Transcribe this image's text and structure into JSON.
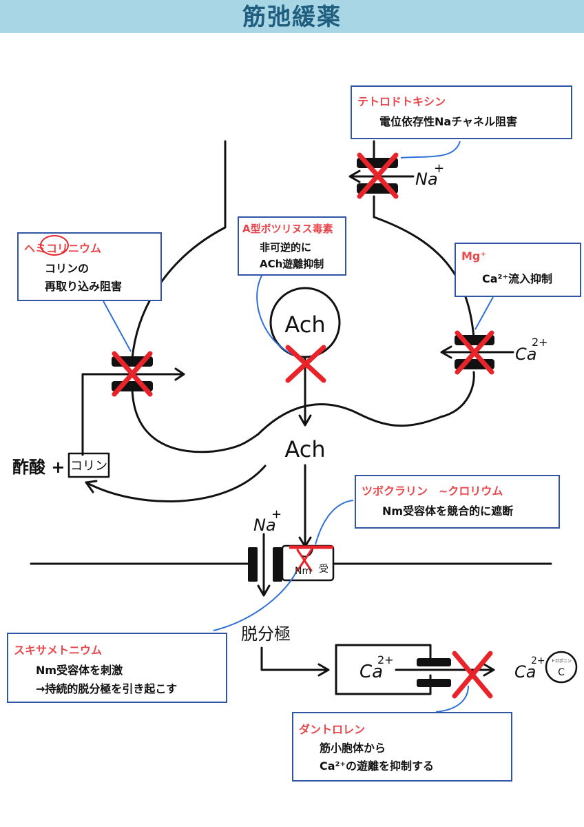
{
  "title": "筋弛緩薬",
  "boxes": {
    "tetrodotoxin": {
      "heading": "テトロドトキシン",
      "line1": "電位依存性Naチャネル阻害"
    },
    "hemicholinium": {
      "heading": "ヘミコリニウム",
      "line1": "コリンの",
      "line2": "再取り込み阻害"
    },
    "botulinum": {
      "heading": "A型ボツリヌス毒素",
      "line1": "非可逆的に",
      "line2": "ACh遊離抑制"
    },
    "mg": {
      "heading": "Mg⁺",
      "line1": "Ca²⁺流入抑制"
    },
    "tubocurarine": {
      "heading": "ツボクラリン　~クロリウム",
      "line1": "Nm受容体を競合的に遮断"
    },
    "suxamethonium": {
      "heading": "スキサメトニウム",
      "line1": "Nm受容体を刺激",
      "line2": "→持続的脱分極を引き起こす"
    },
    "dantrolene": {
      "heading": "ダントロレン",
      "line1": "筋小胞体から",
      "line2": "Ca²⁺の遊離を抑制する"
    }
  },
  "labels": {
    "ach_vesicle": "Ach",
    "ach_cleft": "Ach",
    "na_top": "Na",
    "ca_right": "Ca",
    "na_receptor": "Na",
    "acetate_plus": "酢酸 +",
    "choline": "コリン",
    "depolarization": "脱分極",
    "ca_store": "Ca",
    "ca_out": "Ca",
    "troponin_small": "トロポニン",
    "troponin_c": "C",
    "receptor_nm": "Nm",
    "receptor_kanji": "受"
  },
  "colors": {
    "header_bg": "#a9d6e5",
    "title": "#1f5e7e",
    "box_border": "#2f55a4",
    "heading_red": "#e8474b",
    "cross_red": "#e8242b",
    "line_blue": "#2f6fd6"
  }
}
